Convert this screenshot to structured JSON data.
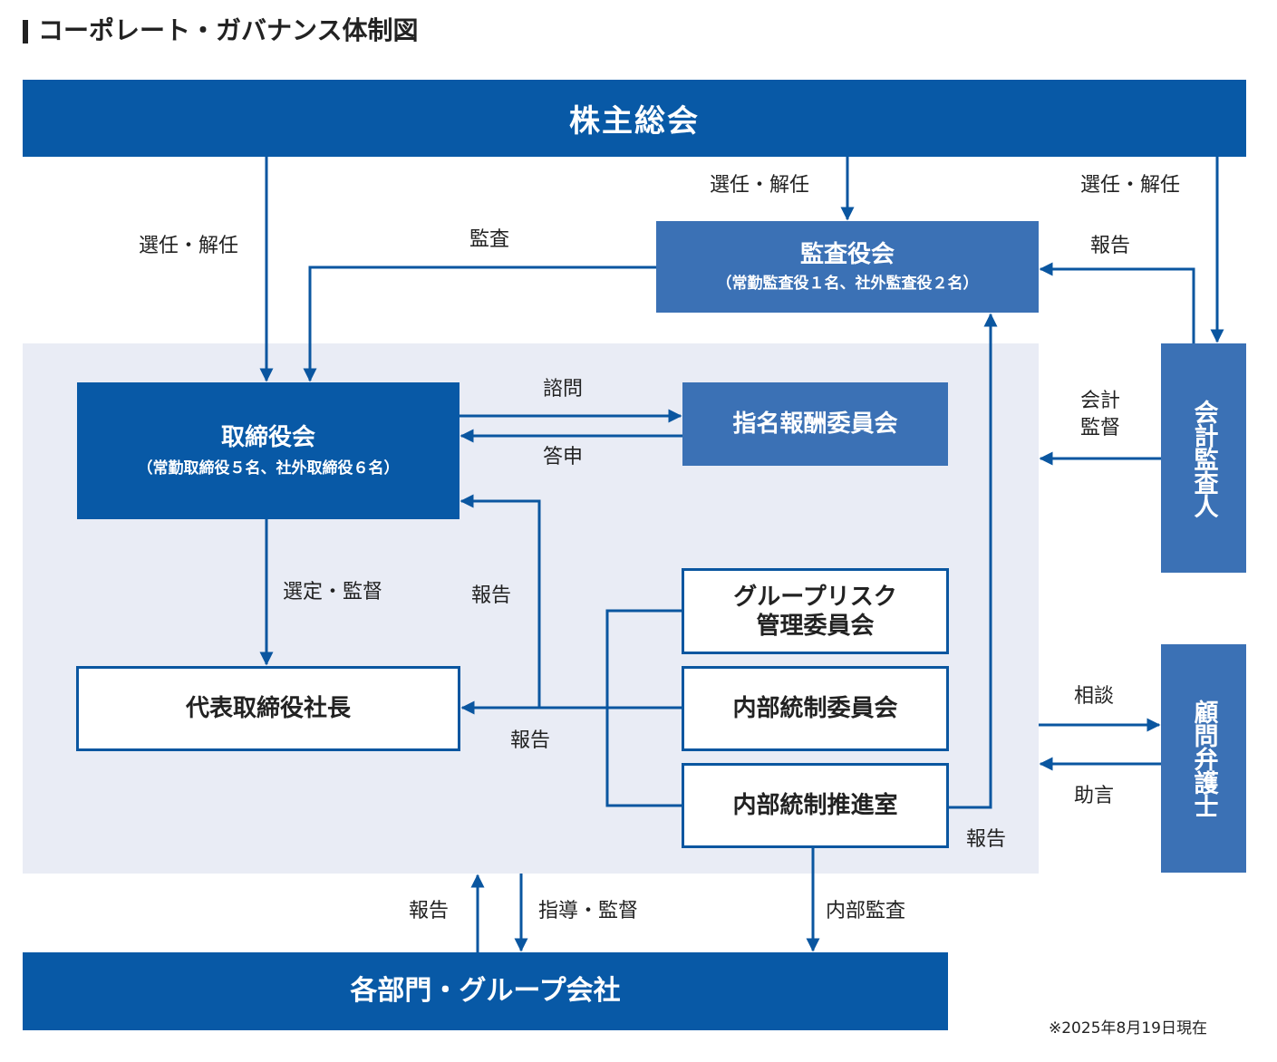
{
  "title": "コーポレート・ガバナンス体制図",
  "boxes": {
    "shareholders": "株主総会",
    "audit_board": {
      "name": "監査役会",
      "sub": "（常勤監査役１名、社外監査役２名）"
    },
    "board": {
      "name": "取締役会",
      "sub": "（常勤取締役５名、社外取締役６名）"
    },
    "nomination": "指名報酬委員会",
    "group_risk": {
      "line1": "グループリスク",
      "line2": "管理委員会"
    },
    "president": "代表取締役社長",
    "internal_control_committee": "内部統制委員会",
    "internal_control_office": "内部統制推進室",
    "departments": "各部門・グループ会社",
    "accounting_auditor": "会計監査人",
    "legal_counsel": "顧問弁護士"
  },
  "labels": {
    "elect_board": "選任・解任",
    "elect_audit": "選任・解任",
    "elect_auditor": "選任・解任",
    "audit": "監査",
    "report_auditor_to_board": "報告",
    "consult": "諮問",
    "answer": "答申",
    "accounting_audit": [
      "会計",
      "監督"
    ],
    "select_supervise": "選定・監督",
    "report_to_board": "報告",
    "report_to_president": "報告",
    "report_office": "報告",
    "consultation": "相談",
    "advice": "助言",
    "report_from_depts": "報告",
    "guide_supervise": "指導・監督",
    "internal_audit": "内部監査"
  },
  "note": "※2025年8月19日現在",
  "colors": {
    "dark_blue": "#0859a6",
    "mid_blue": "#3b71b5",
    "panel": "#e9ecf5",
    "line": "#0a56a0"
  }
}
